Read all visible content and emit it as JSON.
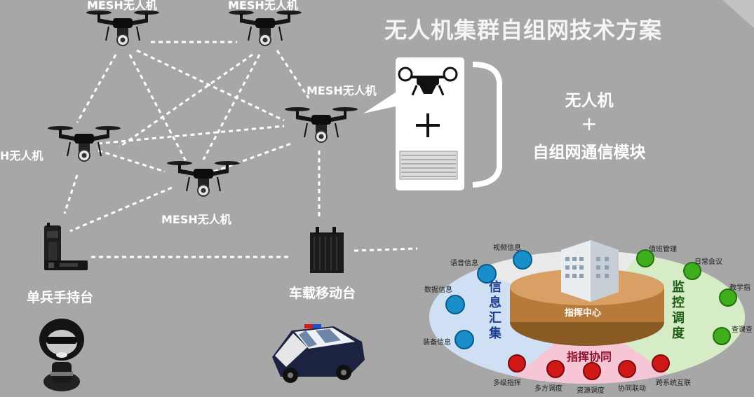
{
  "title": "无人机集群自组网技术方案",
  "drone_label": "MESH无人机",
  "drone_label_cut": "H无人机",
  "combo": {
    "line1": "无人机",
    "plus": "+",
    "line2": "自组网通信模块"
  },
  "handheld_label": "单兵手持台",
  "vehicle_label": "车载移动台",
  "command": {
    "center": "指挥中心",
    "info_section": "信息汇集",
    "monitor_section": "监控调度",
    "coord_section": "指挥协同",
    "info_items": [
      "视频信息",
      "语音信息",
      "数据信息",
      "装备信息"
    ],
    "monitor_items": [
      "值班管理",
      "日常会议",
      "教学指",
      "查课查"
    ],
    "coord_items": [
      "多级指挥",
      "多方调度",
      "资源调度",
      "协同联动",
      "跨系统互联"
    ]
  },
  "colors": {
    "info": "#1a8ec9",
    "monitor": "#3fae1c",
    "coord": "#d01818",
    "background": "#a7a7a7"
  }
}
